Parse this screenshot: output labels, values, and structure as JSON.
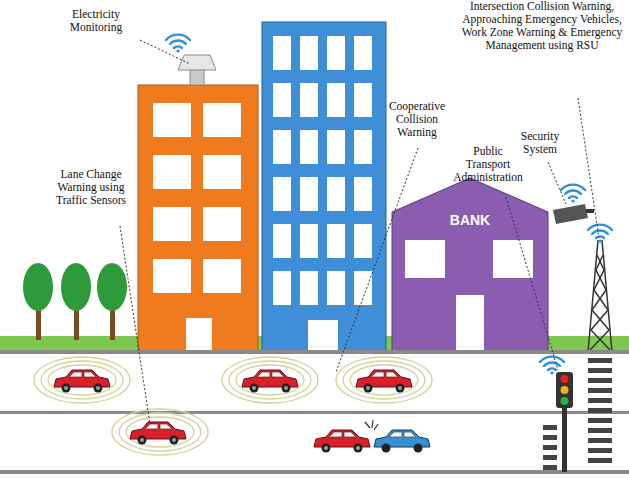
{
  "diagram": {
    "labels": [
      "Electricity Monitoring",
      "Lane Change Warning using Traffic Sensors",
      "Cooperative Collision Warning",
      "Public Transport Administration",
      "Security System",
      "Intersection Collision Warning, Approaching Emergency Vehicles, Work Zone Warning & Emergency Management using RSU",
      "BANK"
    ]
  }
}
